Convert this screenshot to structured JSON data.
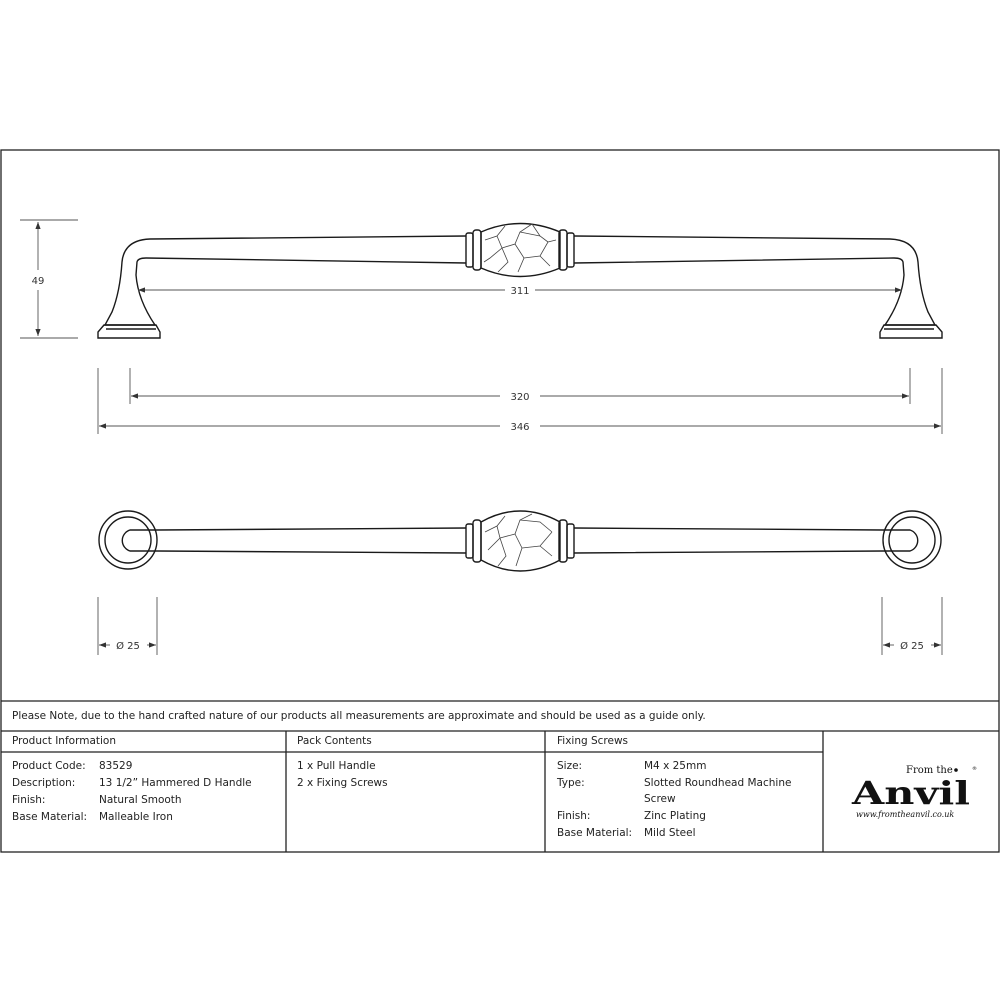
{
  "drawing": {
    "dimensions": {
      "height": "49",
      "inner_span": "311",
      "centres": "320",
      "overall": "346",
      "rose_left": "Ø 25",
      "rose_right": "Ø 25"
    },
    "colors": {
      "line": "#1a1a1a",
      "dim_line": "#555555"
    }
  },
  "note": "Please Note, due to the hand crafted nature of our products all measurements are approximate and should be used as a guide only.",
  "product_info": {
    "heading": "Product Information",
    "rows": [
      {
        "label": "Product Code:",
        "value": "83529"
      },
      {
        "label": "Description:",
        "value": "13 1/2” Hammered D Handle"
      },
      {
        "label": "Finish:",
        "value": "Natural Smooth"
      },
      {
        "label": "Base Material:",
        "value": "Malleable Iron"
      }
    ]
  },
  "pack_contents": {
    "heading": "Pack Contents",
    "items": [
      "1 x Pull Handle",
      "2 x Fixing Screws"
    ]
  },
  "fixing_screws": {
    "heading": "Fixing Screws",
    "rows": [
      {
        "label": "Size:",
        "value": "M4 x 25mm"
      },
      {
        "label": "Type:",
        "value": "Slotted Roundhead Machine",
        "value2": "Screw"
      },
      {
        "label": "Finish:",
        "value": "Zinc Plating"
      },
      {
        "label": "Base Material:",
        "value": "Mild Steel"
      }
    ]
  },
  "logo": {
    "small": "From the",
    "big": "Anvil",
    "url": "www.fromtheanvil.co.uk",
    "reg": "®"
  }
}
